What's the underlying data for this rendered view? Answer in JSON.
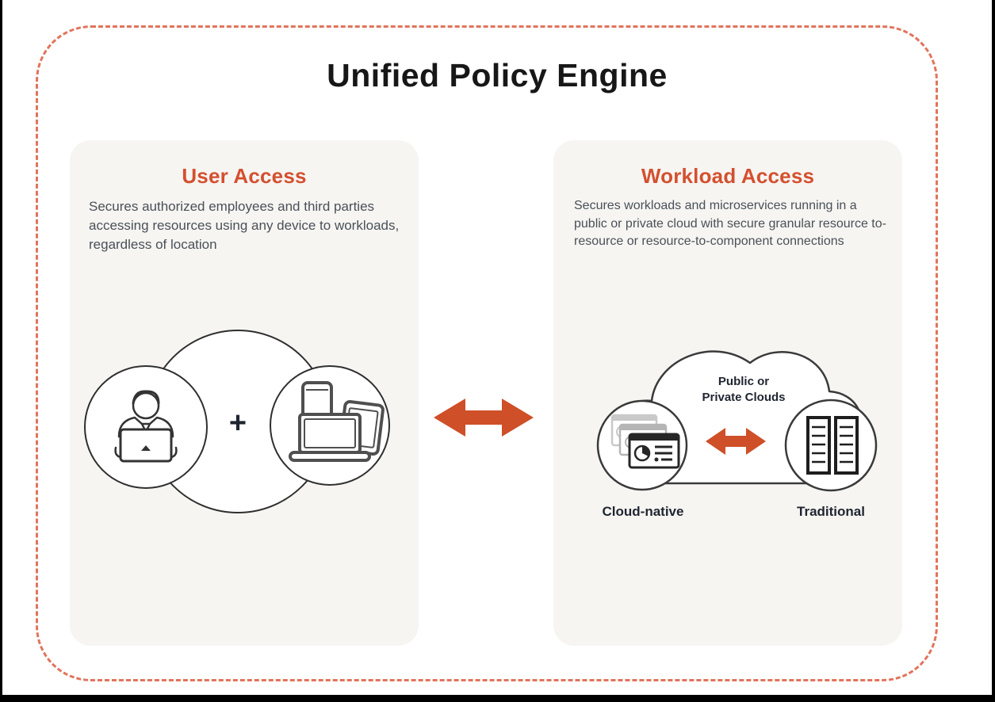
{
  "title": "Unified Policy Engine",
  "colors": {
    "heading_accent": "#D4502F",
    "arrow": "#CE4F28",
    "dashed_border": "#E1745C",
    "panel_background": "#F6F5F2",
    "body_text": "#4A5058",
    "dark_label": "#1F2530"
  },
  "icons": {
    "center": "double-headed-arrow-icon",
    "user_panel": [
      "person-at-laptop-icon",
      "devices-icon",
      "plus-icon"
    ],
    "workload_panel": [
      "cloud-shape",
      "cloud-native-cards-icon",
      "server-racks-icon",
      "double-headed-arrow-icon"
    ]
  },
  "panels": {
    "user_access": {
      "heading": "User Access",
      "description": "Secures authorized employees and third parties accessing resources using any device to workloads, regardless of location",
      "plus": "+"
    },
    "workload_access": {
      "heading": "Workload Access",
      "description": "Secures workloads and microservices running in a public or private cloud with secure granular resource to-resource or resource-to-component connections",
      "cloud_label": {
        "line1": "Public or",
        "line2": "Private Clouds"
      },
      "nodes": [
        {
          "label": "Cloud-native"
        },
        {
          "label": "Traditional"
        }
      ]
    }
  }
}
